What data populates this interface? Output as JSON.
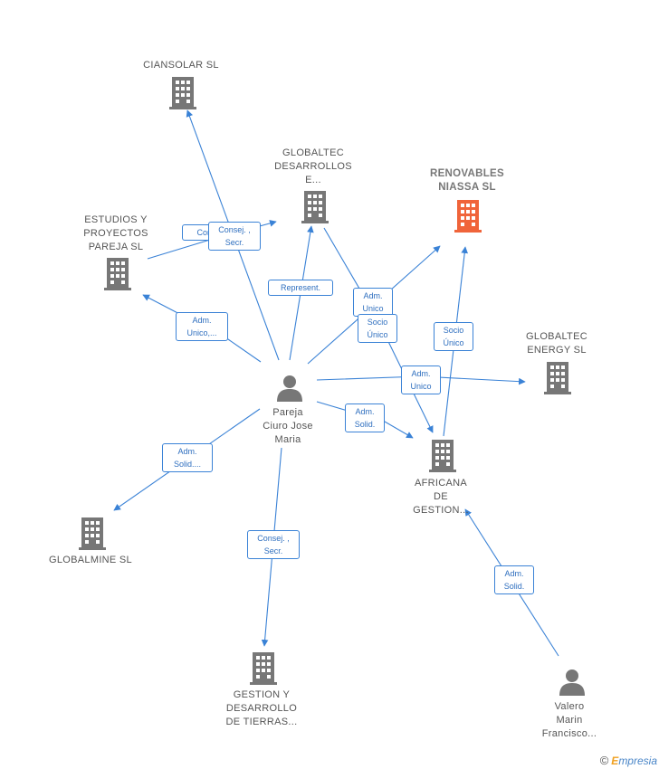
{
  "diagram": {
    "nodes": {
      "ciansolar": {
        "label": "CIANSOLAR  SL"
      },
      "globaltec_desarrollos": {
        "lines": [
          "GLOBALTEC",
          "DESARROLLOS",
          "E..."
        ]
      },
      "renovables": {
        "lines": [
          "RENOVABLES",
          "NIASSA  SL"
        ]
      },
      "estudios": {
        "lines": [
          "ESTUDIOS Y",
          "PROYECTOS",
          "PAREJA SL"
        ]
      },
      "globaltec_energy": {
        "lines": [
          "GLOBALTEC",
          "ENERGY  SL"
        ]
      },
      "pareja": {
        "lines": [
          "Pareja",
          "Ciuro Jose",
          "Maria"
        ]
      },
      "africana": {
        "lines": [
          "AFRICANA",
          "DE",
          "GESTION..."
        ]
      },
      "globalmine": {
        "label": "GLOBALMINE SL"
      },
      "gestion_tierras": {
        "lines": [
          "GESTION Y",
          "DESARROLLO",
          "DE TIERRAS..."
        ]
      },
      "valero": {
        "lines": [
          "Valero",
          "Marin",
          "Francisco..."
        ]
      }
    },
    "edges": {
      "consej_ciansolar": [
        "Consej. ,",
        "Secr."
      ],
      "cons_estudios": [
        "Cons"
      ],
      "adm_estudios": [
        "Adm.",
        "Unico,..."
      ],
      "represent": [
        "Represent."
      ],
      "adm_unico_ren": [
        "Adm.",
        "Unico"
      ],
      "socio_unico_afr": [
        "Socio",
        "Único"
      ],
      "socio_unico_ren": [
        "Socio",
        "Único"
      ],
      "adm_unico_energy": [
        "Adm.",
        "Unico"
      ],
      "adm_solid_afr": [
        "Adm.",
        "Solid."
      ],
      "adm_solid_globalmine": [
        "Adm.",
        "Solid...."
      ],
      "consej_tierras": [
        "Consej. ,",
        "Secr."
      ],
      "adm_solid_valero": [
        "Adm.",
        "Solid."
      ]
    },
    "colors": {
      "edge": "#3a82d6",
      "building": "#777777",
      "building_highlight": "#f0643a",
      "person": "#777777"
    }
  },
  "footer": {
    "copyright": "©",
    "brand_initial": "E",
    "brand_rest": "mpresia"
  }
}
